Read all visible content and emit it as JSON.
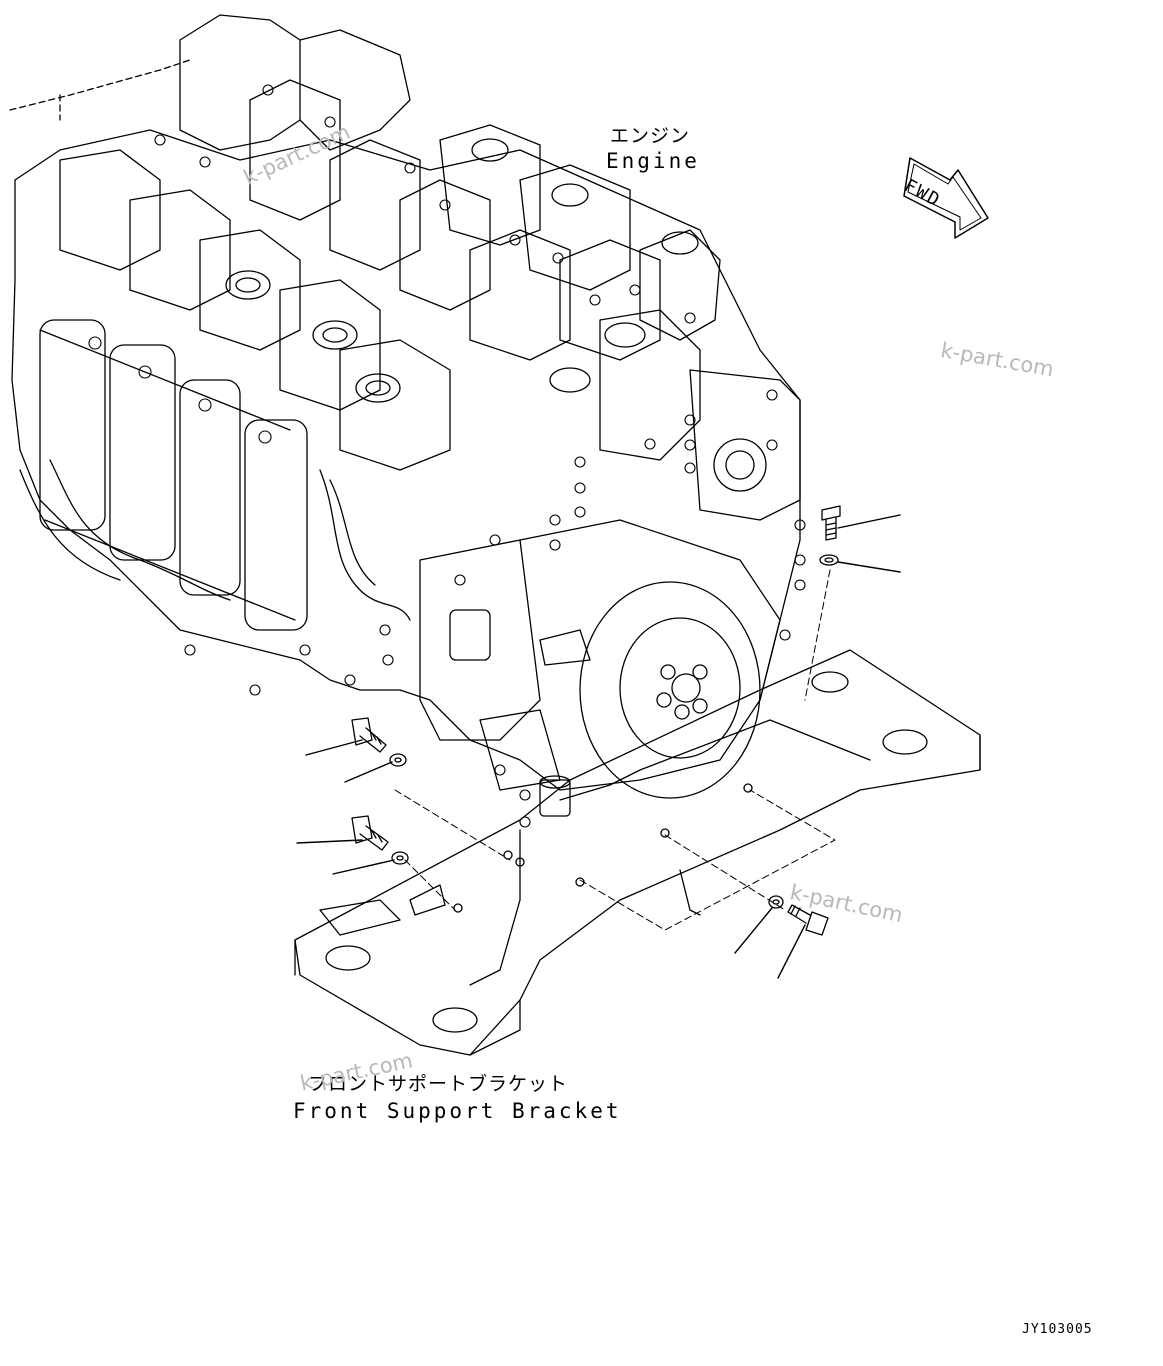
{
  "labels": {
    "engine_ja": "エンジン",
    "engine_en": "Engine",
    "bracket_ja": "フロントサポートブラケット",
    "bracket_en": "Front Support Bracket",
    "fwd": "FWD"
  },
  "watermarks": [
    "k-part.com",
    "k-part.com",
    "k-part.com",
    "k-part.com"
  ],
  "drawing_code": "JY103005",
  "colors": {
    "line": "#000000",
    "watermark": "#b8b8b8",
    "background": "#ffffff"
  }
}
